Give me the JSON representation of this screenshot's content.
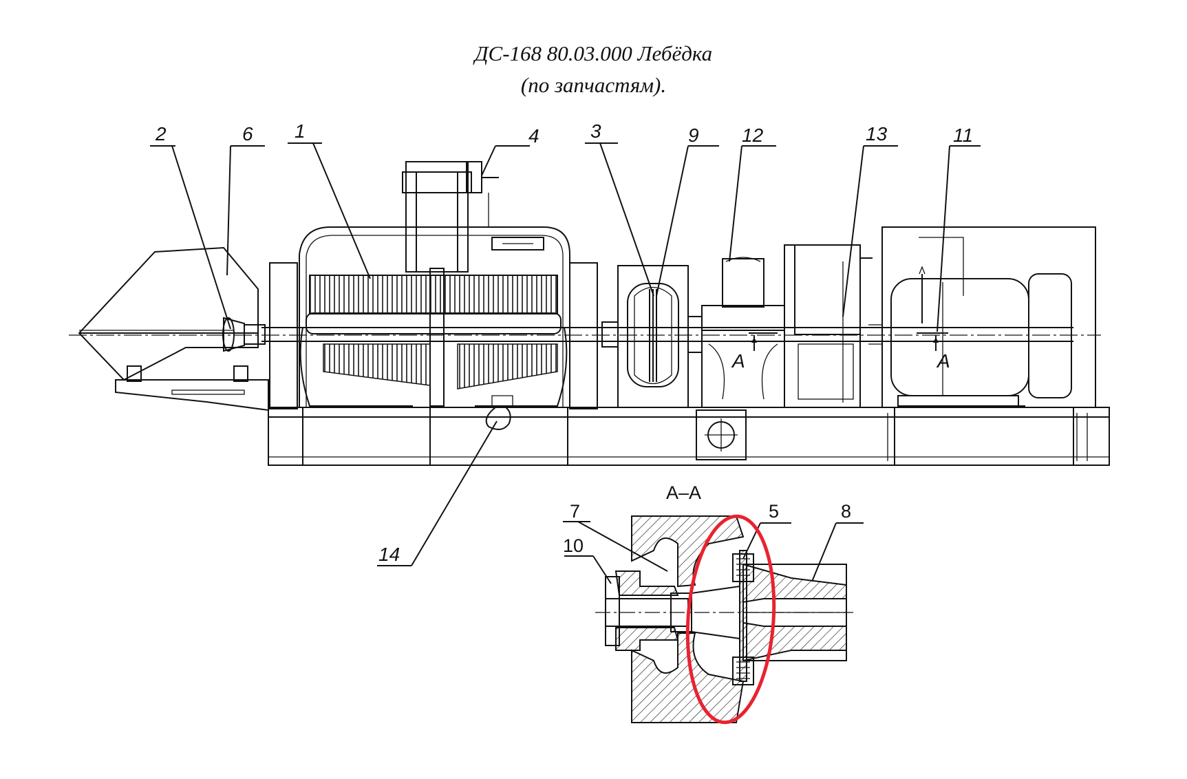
{
  "title": {
    "line1": "ДС-168 80.03.000 Лебёдка",
    "line2": "(по запчастям)."
  },
  "callouts": {
    "c1": "1",
    "c2": "2",
    "c3": "3",
    "c4": "4",
    "c5": "5",
    "c6": "6",
    "c7": "7",
    "c8": "8",
    "c9": "9",
    "c10": "10",
    "c11": "11",
    "c12": "12",
    "c13": "13",
    "c14": "14"
  },
  "section": {
    "label": "А–А",
    "mark_left": "А",
    "mark_right": "А"
  },
  "colors": {
    "ink": "#111111",
    "highlight": "#e8232f"
  }
}
